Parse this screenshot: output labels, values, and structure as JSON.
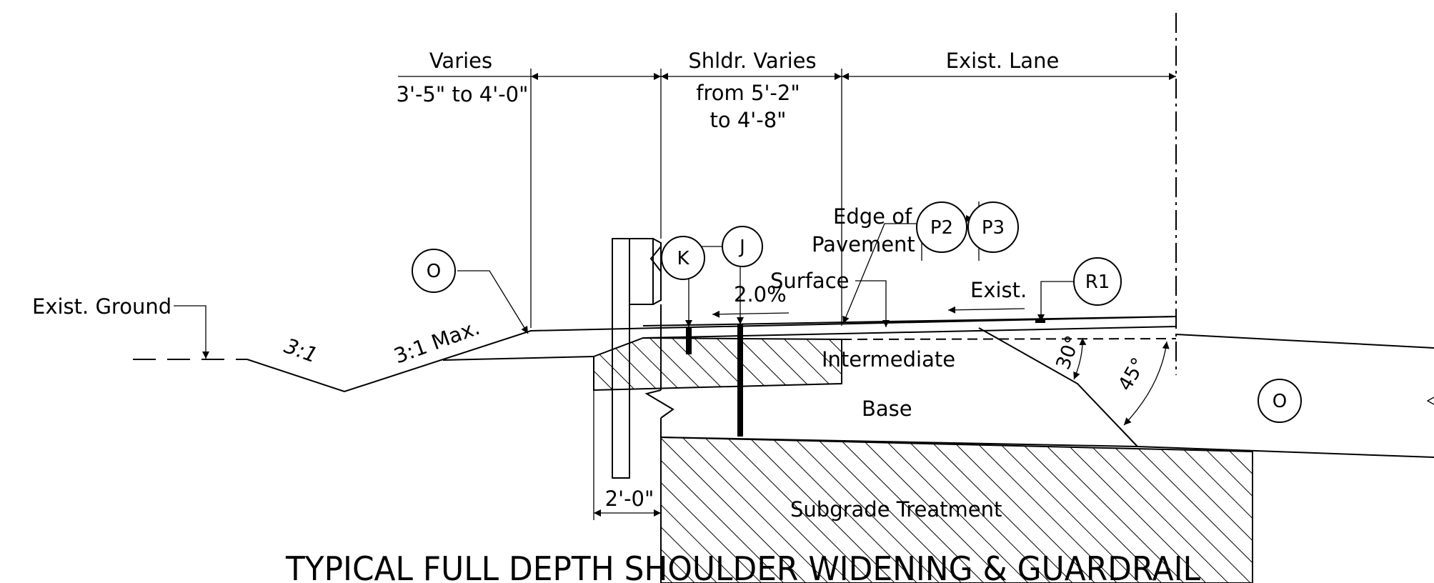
{
  "dimensions": {
    "varies": "Varies",
    "varies_range": "3'-5\" to 4'-0\"",
    "shoulder": "Shldr. Varies",
    "shoulder_range_1": "from 5'-2\"",
    "shoulder_range_2": "to 4'-8\"",
    "exist_lane": "Exist. Lane",
    "post_spacing": "2'-0\""
  },
  "labels": {
    "exist_ground": "Exist. Ground",
    "slope_fore": "3:1",
    "slope_max": "3:1 Max.",
    "cross_slope": "2.0%",
    "surface": "Surface",
    "edge_of_1": "Edge of",
    "edge_of_2": "Pavement",
    "exist": "Exist.",
    "intermediate": "Intermediate",
    "base": "Base",
    "subgrade": "Subgrade Treatment",
    "angle_30": "30°",
    "angle_45": "45°"
  },
  "callouts": {
    "o_left": "O",
    "k": "K",
    "j": "J",
    "p2": "P2",
    "p3": "P3",
    "r1": "R1",
    "o_right": "O"
  },
  "title": "TYPICAL FULL DEPTH SHOULDER WIDENING  & GUARDRAIL"
}
